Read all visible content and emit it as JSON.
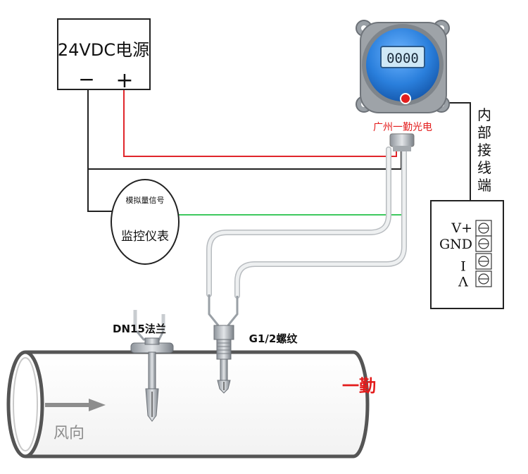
{
  "power_supply": {
    "title": "24VDC电源",
    "minus": "−",
    "plus": "+"
  },
  "monitor": {
    "signal_label": "模拟量信号",
    "name": "监控仪表"
  },
  "transmitter": {
    "display_value": "0000",
    "brand": "广州一勤光电"
  },
  "internal_wiring": {
    "title_chars": [
      "内",
      "部",
      "接",
      "线",
      "端"
    ],
    "terminals": [
      "V+",
      "GND",
      "I",
      "V"
    ]
  },
  "probes": {
    "flange": "DN15法兰",
    "thread": "G1/2螺纹"
  },
  "pipe": {
    "flow_label": "风向",
    "brand_mark": "一勤"
  },
  "colors": {
    "wire_red": "#e0262b",
    "wire_green": "#3ec85e",
    "wire_black": "#222222",
    "display_blue": "#2a7fdc",
    "brand_red": "#e31b1b"
  }
}
